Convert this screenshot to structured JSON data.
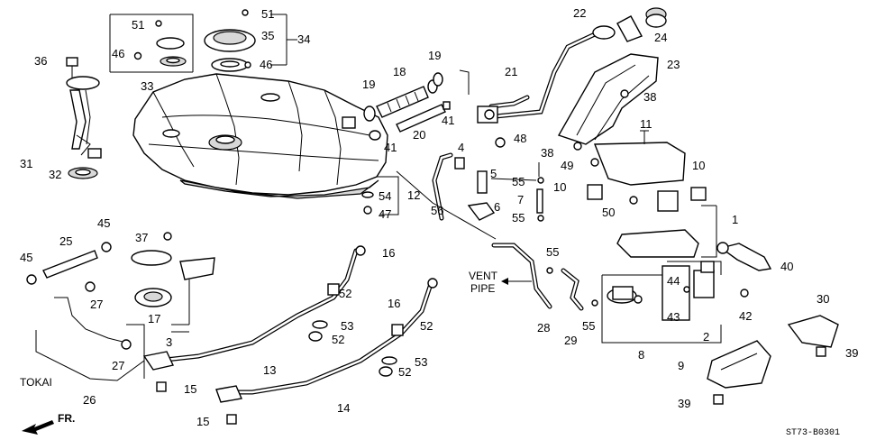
{
  "callouts": [
    {
      "id": "1",
      "text": "1"
    },
    {
      "id": "2",
      "text": "2"
    },
    {
      "id": "3",
      "text": "3"
    },
    {
      "id": "4",
      "text": "4"
    },
    {
      "id": "5",
      "text": "5"
    },
    {
      "id": "6",
      "text": "6"
    },
    {
      "id": "7",
      "text": "7"
    },
    {
      "id": "8",
      "text": "8"
    },
    {
      "id": "9",
      "text": "9"
    },
    {
      "id": "10a",
      "text": "10"
    },
    {
      "id": "10b",
      "text": "10"
    },
    {
      "id": "11",
      "text": "11"
    },
    {
      "id": "12",
      "text": "12"
    },
    {
      "id": "13",
      "text": "13"
    },
    {
      "id": "14",
      "text": "14"
    },
    {
      "id": "15a",
      "text": "15"
    },
    {
      "id": "15b",
      "text": "15"
    },
    {
      "id": "16a",
      "text": "16"
    },
    {
      "id": "16b",
      "text": "16"
    },
    {
      "id": "17",
      "text": "17"
    },
    {
      "id": "18",
      "text": "18"
    },
    {
      "id": "19a",
      "text": "19"
    },
    {
      "id": "19b",
      "text": "19"
    },
    {
      "id": "20",
      "text": "20"
    },
    {
      "id": "21",
      "text": "21"
    },
    {
      "id": "22",
      "text": "22"
    },
    {
      "id": "23",
      "text": "23"
    },
    {
      "id": "24",
      "text": "24"
    },
    {
      "id": "25",
      "text": "25"
    },
    {
      "id": "26",
      "text": "26"
    },
    {
      "id": "27a",
      "text": "27"
    },
    {
      "id": "27b",
      "text": "27"
    },
    {
      "id": "28",
      "text": "28"
    },
    {
      "id": "29",
      "text": "29"
    },
    {
      "id": "30",
      "text": "30"
    },
    {
      "id": "31",
      "text": "31"
    },
    {
      "id": "32",
      "text": "32"
    },
    {
      "id": "33",
      "text": "33"
    },
    {
      "id": "34",
      "text": "34"
    },
    {
      "id": "35",
      "text": "35"
    },
    {
      "id": "36",
      "text": "36"
    },
    {
      "id": "37",
      "text": "37"
    },
    {
      "id": "38a",
      "text": "38"
    },
    {
      "id": "38b",
      "text": "38"
    },
    {
      "id": "39a",
      "text": "39"
    },
    {
      "id": "39b",
      "text": "39"
    },
    {
      "id": "40",
      "text": "40"
    },
    {
      "id": "41a",
      "text": "41"
    },
    {
      "id": "41b",
      "text": "41"
    },
    {
      "id": "42",
      "text": "42"
    },
    {
      "id": "43",
      "text": "43"
    },
    {
      "id": "44",
      "text": "44"
    },
    {
      "id": "45a",
      "text": "45"
    },
    {
      "id": "45b",
      "text": "45"
    },
    {
      "id": "46a",
      "text": "46"
    },
    {
      "id": "46b",
      "text": "46"
    },
    {
      "id": "47",
      "text": "47"
    },
    {
      "id": "48",
      "text": "48"
    },
    {
      "id": "49",
      "text": "49"
    },
    {
      "id": "50",
      "text": "50"
    },
    {
      "id": "51a",
      "text": "51"
    },
    {
      "id": "51b",
      "text": "51"
    },
    {
      "id": "52a",
      "text": "52"
    },
    {
      "id": "52b",
      "text": "52"
    },
    {
      "id": "52c",
      "text": "52"
    },
    {
      "id": "52d",
      "text": "52"
    },
    {
      "id": "53a",
      "text": "53"
    },
    {
      "id": "53b",
      "text": "53"
    },
    {
      "id": "54",
      "text": "54"
    },
    {
      "id": "55a",
      "text": "55"
    },
    {
      "id": "55b",
      "text": "55"
    },
    {
      "id": "55c",
      "text": "55"
    },
    {
      "id": "55d",
      "text": "55"
    },
    {
      "id": "56",
      "text": "56"
    }
  ],
  "labels": {
    "vent_line1": "VENT",
    "vent_line2": "PIPE",
    "tokai": "TOKAI",
    "front": "FR.",
    "diagram_code": "ST73-B0301"
  }
}
